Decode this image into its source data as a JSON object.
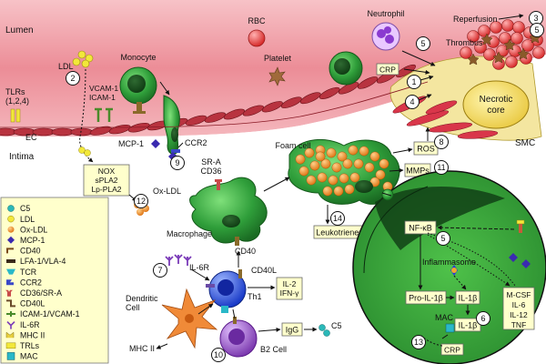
{
  "regions": {
    "lumen": "Lumen",
    "intima": "Intima",
    "ec": "EC",
    "smc": "SMC"
  },
  "cells": {
    "rbc": "RBC",
    "platelet": "Platelet",
    "neutrophil": "Neutrophil",
    "monocyte": "Monocyte",
    "thrombus": "Thrombus",
    "reperfusion": "Reperfusion",
    "necrotic": [
      "Necrotic",
      "core"
    ],
    "foam_cell": "Foam cell",
    "macrophage": "Macrophage",
    "dendritic": [
      "Dendritic",
      "Cell"
    ],
    "th1": "Th1",
    "b2": "B2 Cell",
    "inflammasome": "Inflammasome",
    "mac": "MAC"
  },
  "molecules": {
    "ldl": "LDL",
    "tlrs": [
      "TLRs",
      "(1,2,4)"
    ],
    "vcam": [
      "VCAM-1",
      "ICAM-1"
    ],
    "mcp1": "MCP-1",
    "ccr2": "CCR2",
    "sra": [
      "SR-A",
      "CD36"
    ],
    "ox_ldl": "Ox-LDL",
    "cd40": "CD40",
    "cd40l": "CD40L",
    "il6r": "IL-6R",
    "mhc2": "MHC II",
    "c5": "C5"
  },
  "boxes": {
    "crp_top": "CRP",
    "crp_bottom": "CRP",
    "nox": [
      "NOX",
      "sPLA2",
      "Lp-PLA2"
    ],
    "ros": "ROS",
    "mmps": "MMPs",
    "leukotrienes": "Leukotrienes",
    "il2": [
      "IL-2",
      "IFN-γ"
    ],
    "igg": "IgG",
    "nfkb": "NF-κB",
    "pro_il1b": "Pro-IL-1β",
    "il1b_in": "IL-1β",
    "il1b_out": "IL-1β",
    "cytokines": [
      "M-CSF",
      "IL-6",
      "IL-12",
      "TNF"
    ]
  },
  "numbers": {
    "n1": "1",
    "n2": "2",
    "n3": "3",
    "n4": "4",
    "n5a": "5",
    "n5b": "5",
    "n5c": "5",
    "n6": "6",
    "n7": "7",
    "n8": "8",
    "n9": "9",
    "n10": "10",
    "n11": "11",
    "n12": "12",
    "n13": "13",
    "n14": "14"
  },
  "legend": {
    "items": [
      "C5",
      "LDL",
      "Ox-LDL",
      "MCP-1",
      "CD40",
      "LFA-1/VLA-4",
      "TCR",
      "CCR2",
      "CD36/SR-A",
      "CD40L",
      "ICAM-1/VCAM-1",
      "IL-6R",
      "MHC II",
      "TRLs",
      "MAC"
    ]
  },
  "colors": {
    "vessel": "#e8808c",
    "endothelium": "#b0303c",
    "cell_green": "#2e9e3a",
    "foam_orange": "#ee8a2a",
    "th1_blue": "#2a4fd8",
    "b2_purple": "#9a58c8",
    "dendritic_orange": "#f09040",
    "box_yellow": "#ffffcc"
  }
}
